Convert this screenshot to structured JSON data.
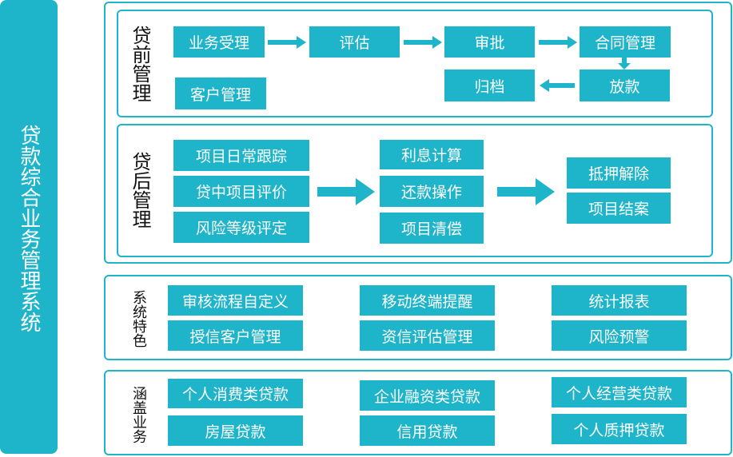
{
  "sidebar": {
    "title": "贷款综合业务管理系统"
  },
  "pre_loan": {
    "label": "贷前管理",
    "steps": [
      "业务受理",
      "评估",
      "审批",
      "合同管理",
      "放款",
      "归档"
    ],
    "customer_mgmt": "客户管理"
  },
  "post_loan": {
    "label": "贷后管理",
    "left": [
      "项目日常跟踪",
      "贷中项目评价",
      "风险等级评定"
    ],
    "middle": [
      "利息计算",
      "还款操作",
      "项目清偿"
    ],
    "right": [
      "抵押解除",
      "项目结案"
    ]
  },
  "features": {
    "label": "系统特色",
    "items": [
      "审核流程自定义",
      "移动终端提醒",
      "统计报表",
      "授信客户管理",
      "资信评估管理",
      "风险预警"
    ]
  },
  "coverage": {
    "label": "涵盖业务",
    "items": [
      "个人消费类贷款",
      "企业融资类贷款",
      "个人经营类贷款",
      "房屋贷款",
      "信用贷款",
      "个人质押贷款"
    ]
  },
  "colors": {
    "accent": "#1eb4ca",
    "text": "#111111",
    "box_text": "#ffffff"
  }
}
